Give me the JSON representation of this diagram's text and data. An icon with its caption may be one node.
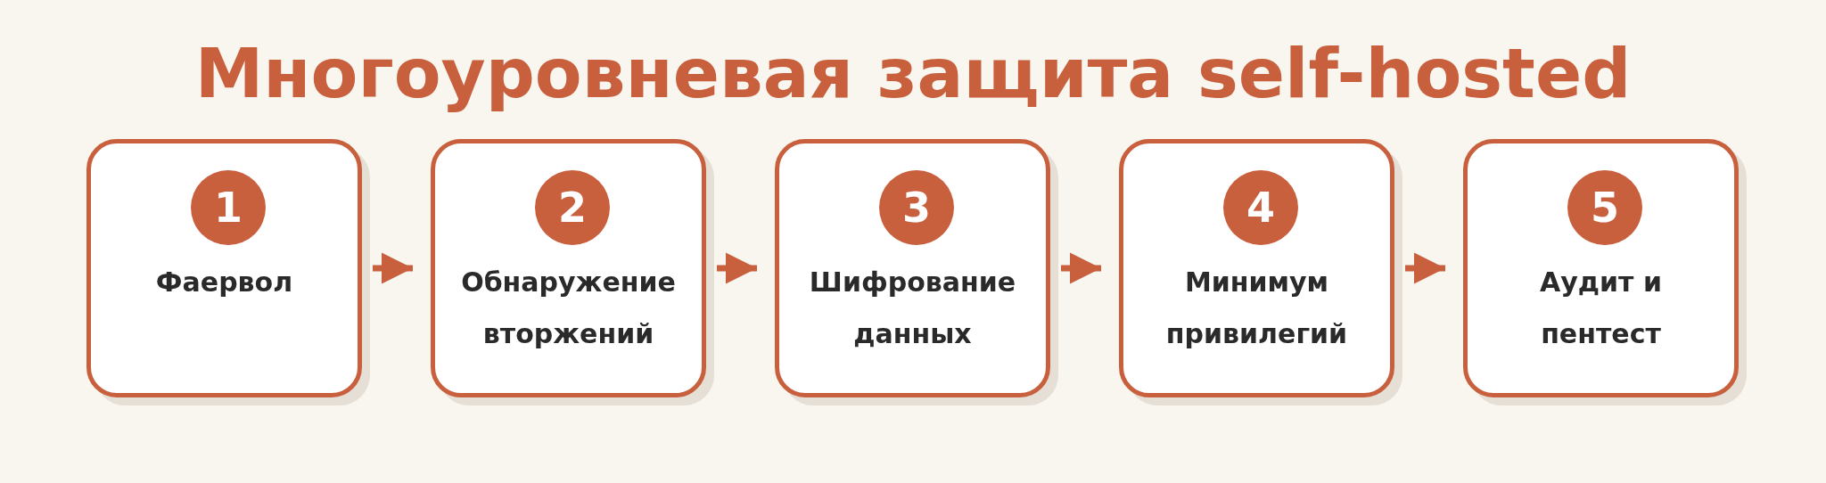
{
  "diagram": {
    "title": "Многоуровневая защита self-hosted",
    "nodes": [
      {
        "text": [
          "1",
          "Фаервол"
        ]
      },
      {
        "text": [
          "2",
          "Обнаружение вторжений"
        ]
      },
      {
        "text": [
          "3",
          "Шифрование данных"
        ]
      },
      {
        "text": [
          "4",
          "Минимум привилегий"
        ]
      },
      {
        "text": [
          "5",
          "Аудит и пентест"
        ]
      }
    ],
    "edges": [
      {
        "from": 0,
        "to": 1,
        "arrow": "to"
      },
      {
        "from": 1,
        "to": 2,
        "arrow": "to"
      },
      {
        "from": 2,
        "to": 3,
        "arrow": "to"
      },
      {
        "from": 3,
        "to": 4,
        "arrow": "to"
      }
    ]
  }
}
